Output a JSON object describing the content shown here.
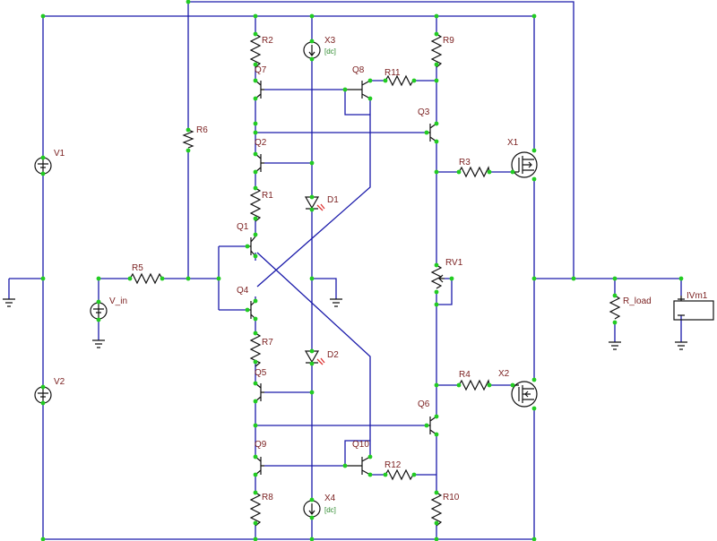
{
  "colors": {
    "wire": "#1a1aaa",
    "component": "#111111",
    "node": "#22cc22",
    "label": "#7a1f1f",
    "note": "#2e8b2e",
    "led": "#dd3333"
  },
  "labels": {
    "R2": "R2",
    "R9": "R9",
    "R11": "R11",
    "R6": "R6",
    "R3": "R3",
    "R1": "R1",
    "R5": "R5",
    "RV1": "RV1",
    "R7": "R7",
    "R4": "R4",
    "R12": "R12",
    "R8": "R8",
    "R10": "R10",
    "R_load": "R_load",
    "Q1": "Q1",
    "Q2": "Q2",
    "Q3": "Q3",
    "Q4": "Q4",
    "Q5": "Q5",
    "Q6": "Q6",
    "Q7": "Q7",
    "Q8": "Q8",
    "Q9": "Q9",
    "Q10": "Q10",
    "X1": "X1",
    "X2": "X2",
    "X3": "X3",
    "X4": "X4",
    "D1": "D1",
    "D2": "D2",
    "V1": "V1",
    "V2": "V2",
    "V_in": "V_in",
    "IVm1": "IVm1"
  },
  "notes": {
    "X3": "[dc]",
    "X4": "[dc]"
  }
}
